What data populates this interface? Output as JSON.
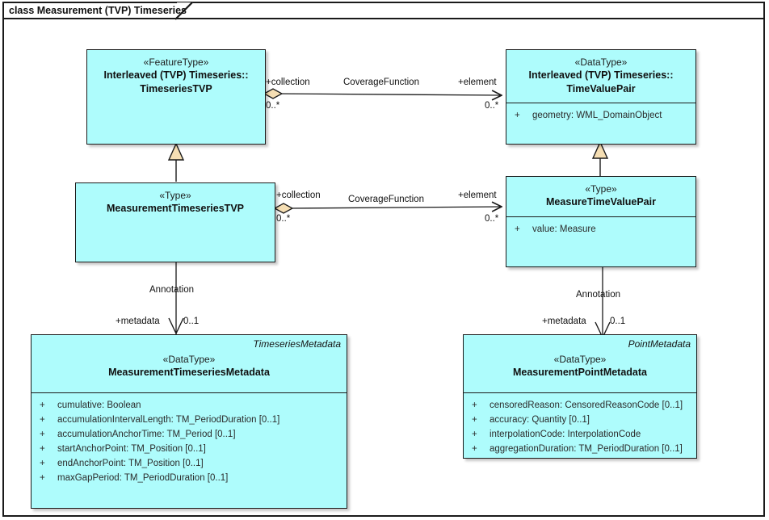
{
  "diagram": {
    "title": "class Measurement (TVP) Timeseries",
    "colors": {
      "class_fill": "#AEFCFC",
      "line": "#1A1A1A",
      "adornment_fill": "#F5DEB3",
      "background": "#FFFFFF"
    }
  },
  "classes": [
    {
      "id": "timeseriesTVP",
      "stereotype": "«FeatureType»",
      "name_line1": "Interleaved (TVP) Timeseries::",
      "name_line2": "TimeseriesTVP",
      "role_tag": "",
      "attributes": []
    },
    {
      "id": "timeValuePair",
      "stereotype": "«DataType»",
      "name_line1": "Interleaved (TVP) Timeseries::",
      "name_line2": "TimeValuePair",
      "role_tag": "",
      "attributes": [
        {
          "visibility": "+",
          "text": "geometry: WML_DomainObject"
        }
      ]
    },
    {
      "id": "measurementTimeseriesTVP",
      "stereotype": "«Type»",
      "name_line1": "MeasurementTimeseriesTVP",
      "name_line2": "",
      "role_tag": "",
      "attributes": []
    },
    {
      "id": "measureTimeValuePair",
      "stereotype": "«Type»",
      "name_line1": "MeasureTimeValuePair",
      "name_line2": "",
      "role_tag": "",
      "attributes": [
        {
          "visibility": "+",
          "text": "value: Measure"
        }
      ]
    },
    {
      "id": "measurementTimeseriesMetadata",
      "stereotype": "«DataType»",
      "name_line1": "MeasurementTimeseriesMetadata",
      "name_line2": "",
      "role_tag": "TimeseriesMetadata",
      "attributes": [
        {
          "visibility": "+",
          "text": "cumulative: Boolean"
        },
        {
          "visibility": "+",
          "text": "accumulationIntervalLength: TM_PeriodDuration [0..1]"
        },
        {
          "visibility": "+",
          "text": "accumulationAnchorTime: TM_Period [0..1]"
        },
        {
          "visibility": "+",
          "text": "startAnchorPoint: TM_Position [0..1]"
        },
        {
          "visibility": "+",
          "text": "endAnchorPoint: TM_Position [0..1]"
        },
        {
          "visibility": "+",
          "text": "maxGapPeriod: TM_PeriodDuration [0..1]"
        }
      ]
    },
    {
      "id": "measurementPointMetadata",
      "stereotype": "«DataType»",
      "name_line1": "MeasurementPointMetadata",
      "name_line2": "",
      "role_tag": "PointMetadata",
      "attributes": [
        {
          "visibility": "+",
          "text": "censoredReason: CensoredReasonCode [0..1]"
        },
        {
          "visibility": "+",
          "text": "accuracy: Quantity [0..1]"
        },
        {
          "visibility": "+",
          "text": "interpolationCode: InterpolationCode"
        },
        {
          "visibility": "+",
          "text": "aggregationDuration: TM_PeriodDuration [0..1]"
        }
      ]
    }
  ],
  "connectors": {
    "coverage_top": {
      "name": "CoverageFunction",
      "source_role": "+collection",
      "source_mult": "0..*",
      "target_role": "+element",
      "target_mult": "0..*"
    },
    "coverage_bottom": {
      "name": "CoverageFunction",
      "source_role": "+collection",
      "source_mult": "0..*",
      "target_role": "+element",
      "target_mult": "0..*"
    },
    "annotation_left": {
      "name": "Annotation",
      "source_role": "+metadata",
      "target_mult": "0..1"
    },
    "annotation_right": {
      "name": "Annotation",
      "source_role": "+metadata",
      "target_mult": "0..1"
    }
  }
}
